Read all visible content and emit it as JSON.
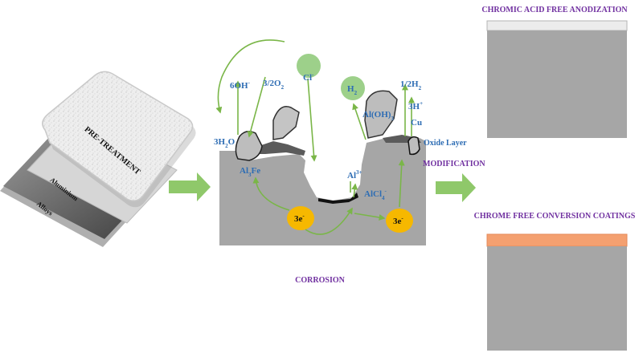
{
  "pretreatment": {
    "top_card_label": "PRE-TREATMENT",
    "alloy_label_1": "Aluminium",
    "alloy_label_2": "Alloys"
  },
  "corrosion": {
    "title": "CORROSION",
    "labels": {
      "hydroxide": "6OH",
      "hydroxide_sup": "-",
      "oxygen": "3/2O",
      "oxygen_sub": "2",
      "chloride": "Cl",
      "chloride_sup": "-",
      "hydrogen_gas": "H",
      "hydrogen_gas_sub": "2",
      "half_hydrogen": "1/2H",
      "half_hydrogen_sub": "2",
      "hydrogen_ions": "3H",
      "hydrogen_ions_sup": "+",
      "aluminium_hydroxide": "Al(OH)",
      "aluminium_hydroxide_sub": "3",
      "copper": "Cu",
      "oxide_layer": "Oxide Layer",
      "water": "3H",
      "water_sub": "2",
      "water_end": "O",
      "al_fe": "Al",
      "al_fe_sub": "3",
      "al_fe_end": "Fe",
      "al_ion": "Al",
      "al_ion_sup": "3+",
      "alcl": "AlCl",
      "alcl_sub": "4",
      "alcl_sup": "-",
      "electrons_left": "3e",
      "electrons_left_sup": "-",
      "electrons_right": "3e",
      "electrons_right_sup": "-"
    }
  },
  "modification": {
    "label": "MODIFICATION"
  },
  "outcomes": {
    "anodization_title": "CHROMIC ACID FREE ANODIZATION",
    "conversion_title": "CHROME FREE CONVERSION COATINGS"
  },
  "colors": {
    "purple_text": "#7030a0",
    "blue_text": "#2e6db4",
    "arrow_green": "#7ab648",
    "metal_gray": "#a6a6a6",
    "electron_yellow": "#f6b800",
    "coating_orange": "#f4a070",
    "anodic_layer": "#ececec"
  }
}
